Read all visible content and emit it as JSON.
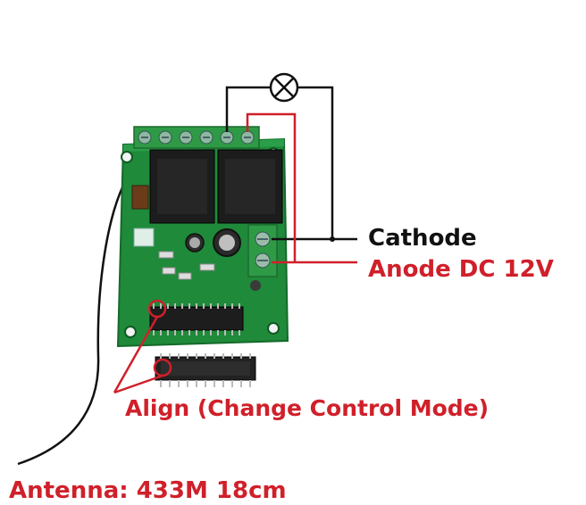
{
  "labels": {
    "cathode": "Cathode",
    "anode": "Anode DC 12V",
    "align": "Align (Change Control Mode)",
    "antenna": "Antenna: 433M 18cm"
  },
  "colors": {
    "label_red": "#d0202a",
    "wire_black": "#111111",
    "wire_red": "#d0202a",
    "pcb_green": "#1f8a3a",
    "relay_black": "#1c1c1c",
    "terminal_green": "#2f9a46"
  },
  "icons": {
    "lamp": "lamp-symbol-icon"
  }
}
